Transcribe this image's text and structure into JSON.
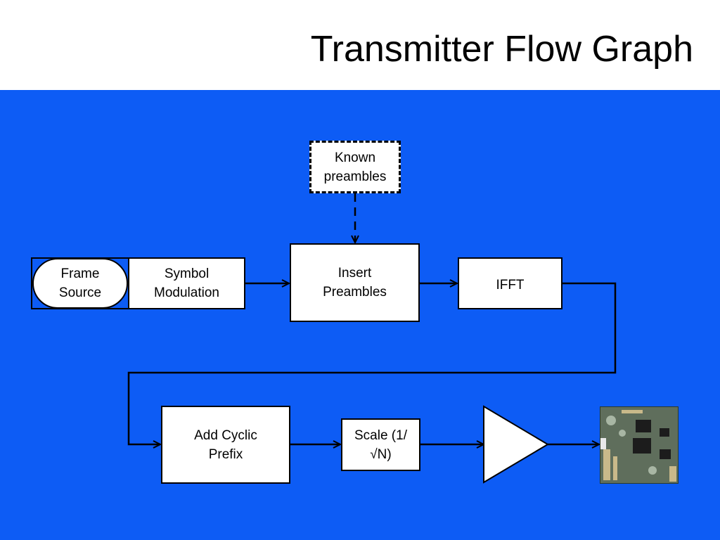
{
  "slide": {
    "title": "Transmitter Flow Graph"
  },
  "colors": {
    "background": "#0d5cf5",
    "block_fill": "#ffffff",
    "line": "#000000"
  },
  "blocks": {
    "frame_source": "Frame\nSource",
    "symbol_modulation": "Symbol\nModulation",
    "known_preambles": "Known\npreambles",
    "insert_preambles": "Insert\nPreambles",
    "ifft": "IFFT",
    "add_cyclic_prefix": "Add Cyclic\nPrefix",
    "scale": "Scale (1/\n√N)"
  },
  "icons": {
    "amplifier": "amplifier-triangle-icon",
    "radio_board": "radio-hardware-board-icon"
  }
}
